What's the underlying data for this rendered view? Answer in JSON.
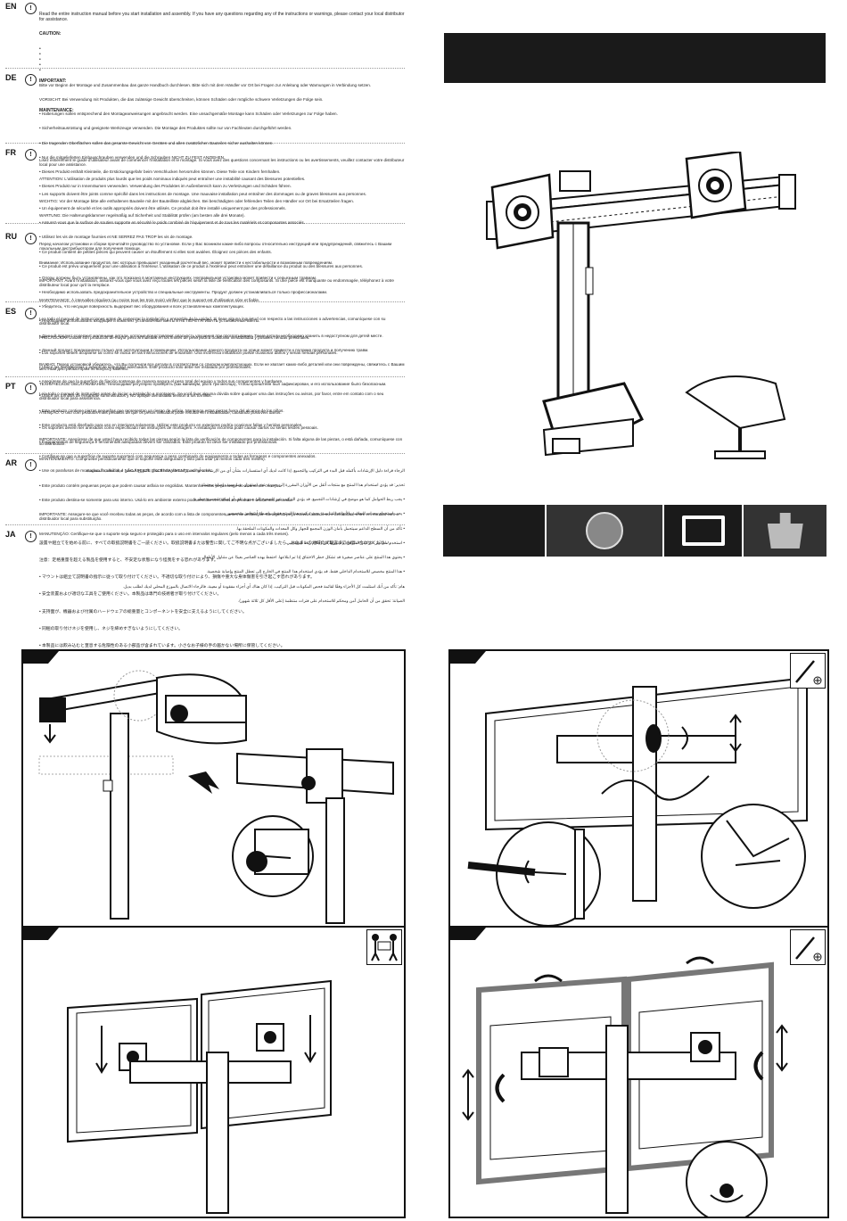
{
  "languages": [
    {
      "code": "EN",
      "lines": [
        "Read the entire instruction manual before you start installation and assembly. If you have any questions regarding any of the instructions or warnings, please contact your local distributor for assistance."
      ],
      "labels": [
        "CAUTION:",
        "IMPORTANT:",
        "MAINTENANCE:"
      ]
    },
    {
      "code": "DE",
      "lines": [
        "Bitte vor Beginn der Montage und Zusammenbau das ganze Handbuch durchlesen. Bitte sich mit dem Händler vor Ort bei Fragen zur Anleitung oder Warnungen in Verbindung setzen.",
        "VORSICHT: Bei Verwendung mit Produkten, die das zulässige Gewicht überschreiten, können Schäden oder mögliche schwere Verletzungen die Folge sein.",
        "• Halterungen sollen entsprechend den Montageanweisungen angebracht werden. Eine unsachgemäße Montage kann Schäden oder Verletzungen zur Folge haben.",
        "• Sicherheitsausrüstung und geeignete Werkzeuge verwenden. Die Montage des Produktes sollte nur von Fachleuten durchgeführt werden.",
        "• Die tragenden Oberflächen sollen das gesamte Gewicht von Geräten und allen zusätzlichen Bauteilen sicher aushalten können.",
        "• Nur die mitgelieferten Einbauschrauben verwenden und die Schrauben NICHT ZU FEST ANZIEHEN.",
        "• Dieses Produkt enthält Kleinteile, die Erstickungsgefahr beim Verschlucken hervorrufen können. Diese Teile von Kindern fernhalten.",
        "• Dieses Produkt nur in Innenräumen verwenden. Verwendung des Produktes im Außenbereich kann zu Verletzungen und Schäden führen.",
        "WICHTIG: Vor der Montage bitte alle enthaltenen Bauteile mit der Bauteilliste abgleichen. Bei beschädigten oder fehlenden Teilen den Händler vor Ort bei Ersatzteilen fragen.",
        "WARTUNG: Die Halterungsklammer regelmäßig auf Sicherheit und Stabilität prüfen (am besten alle drei Monate)."
      ]
    },
    {
      "code": "FR",
      "lines": [
        "Lisez entièrement le guide d'utilisateur avant de commencer l'installation et le montage. Si vous avez des questions concernant les instructions ou les avertissements, veuillez contacter votre distributeur local pour une assistance.",
        "ATTENTION: L'utilisation de produits plus lourds que les poids nominaux indiqués peut entraîner une instabilité causant des blessures potentielles.",
        "• Les supports doivent être joints comme spécifié dans les instructions de montage. Une mauvaise installation peut entraîner des dommages ou de graves blessures aux personnes.",
        "• Un équipement de sécurité et les outils appropriés doivent être utilisés. Ce produit doit être installé uniquement par des professionnels.",
        "• Assurez-vous que la surface de soutien supporte en sécurité le poids combiné de l'équipement et de tous les matériels et composantes associés.",
        "• Utilisez les vis de montage fournies et NE SERREZ PAS TROP les vis de montage.",
        "• Ce produit contient de petites pièces qui peuvent causer un étouffement si elles sont avalées. Éloignez ces pièces des enfants.",
        "• Ce produit est prévu uniquement pour une utilisation à l'intérieur. L'utilisation de ce produit à l'extérieur peut entraîner une défaillance du produit ou des blessures aux personnes.",
        "IMPORTANT: Avant l'installation, assurez-vous que vous avez reçu toutes les pièces selon la liste de vérification des composants. Si une pièce est manquante ou endommagée, téléphonez à votre distributeur local pour qu'il la remplace.",
        "MAINTENANCE: À intervalles réguliers (au moins tous les trois mois) vérifiez que le support est d'utilisation sûre et fiable."
      ]
    },
    {
      "code": "RU",
      "lines": [
        "Перед началом установки и сборки прочитайте руководство по установке. Если у Вас возникли какие-либо вопросы относительно инструкций или предупреждений, свяжитесь с Вашим локальным дистрибьютором для получения помощи.",
        "Внимание: Использование продуктов, вес которых превышает указанный расчетный вес, может привести к нестабильности и возможным повреждениям.",
        "• Опоры должны быть установлены, как это показано в монтажных инструкциях. Неправильная установка может привести к серьезным травмам.",
        "• Необходимо использовать предохранительное устройство и специальные инструменты. Продукт должен устанавливаться только профессионалами.",
        "• Убедитесь, что несущая поверхность выдержит вес оборудования и всех установленных комплектующих.",
        "• Необходимо использовать входящие в комплект установочные винты и НЕ ПЕРЕТЯГИВАТЬ установочные винты.",
        "• Данный продукт содержит маленькие детали, которые представляют опасность удушения при проглатывании. Такие детали необходимо хранить в недоступном для детей месте.",
        "• Данный продукт предназначен только для эксплуатации в помещении. Использование данного продукта на улице может привести к поломке продукта и получению травм.",
        "ВАЖНО: Перед установкой убедитесь, что Вы получили все детали в соответствии со списком комплектующих. Если не хватает каких-либо деталей или они повреждены, свяжитесь с Вашим местным дистрибьютором по вопросу замены.",
        "ТЕХНИЧЕСКОЕ ОБСЛУЖИВАНИЕ: Необходимо регулярно проверять (как минимум, раз в три месяца), чтобы кронштейн был зафиксирован, и его использование было безопасным."
      ]
    },
    {
      "code": "ES",
      "lines": [
        "Lea todo el manual de instrucciones antes de comenzar la instalación y ensamble de la unidad. Si tiene alguna inquietud con respecto a las instrucciones o advertencias, comuníquese con su distribuidor local.",
        "PRECAUCIÓN: Utilizar con productos de mayor peso al indicado en los límites de peso podría ocasionar inestabilidad y posibles heridas personales.",
        "• Los soportes deben acoplarse tal como se indica en las instrucciones de ensamble. Una incorrecta instalación puede ocasionar daños y serias heridas personales.",
        "• Utilice las herramientas y equipo de seguridad adecuados. Este producto sólo debe ser instalado por profesionales.",
        "• Asegúrese de que la superficie de fijación sostenga de manera segura el peso total del equipo y todos sus componentes y hardware.",
        "• Utilice los tornillos de ensamble suministrados y NO aplique demasiada tensión a los tornillos.",
        "• Este producto contiene piezas pequeñas que representan un riesgo de asfixia. Mantenga estas piezas fuera del alcance de los niños.",
        "• Este producto está diseñado para uso en interiores solamente. Utilizar este producto en exteriores podría ocasionar fallas y heridas personales.",
        "IMPORTANTE: Asegúrese de que usted haya recibido todas las piezas según la lista de verificación de componentes para la instalación. Si falta alguna de las piezas, o está dañada, comuníquese con su distribuidor.",
        "MANTENIMIENTO: Compruebe periódicamente que el soporte está asegurado y listo para usar (al menos cada tres meses)."
      ]
    },
    {
      "code": "PT",
      "lines": [
        "Leia todo o manual de instruções antes de iniciar a instalação e montagem. Se você tiver alguma dúvida sobre qualquer uma das instruções ou avisos, por favor, entre em contato com o seu distribuidor local para assistência.",
        "ATENÇÃO: O uso com produtos mais pesados do que os pesos indicados pode resultar em instabilidade, causando possíveis danos.",
        "• Os suportes devem ser anexados como especificado nas instruções de montagem. A instalação incorreta pode causar danos ou sérias lesões pessoais.",
        "• Equipamentos de segurança e ferramentas adequadas devem ser utilizados. Este produto só deve ser instalado por profissionais.",
        "• Certifique-se que a superfície de suporte suportará com segurança o peso combinado do equipamento e todas as ferragens e componentes anexados.",
        "• Use os parafusos de montagem fornecidos e NÃO APERTE EXCESSIVAMENTE os mesmos.",
        "• Este produto contém pequenas peças que podem causar asfixia se engolidas. Mantenha estas peças longe do alcance de crianças.",
        "• Este produto destina-se somente para uso interno. Usá-lo em ambiente externo pode resultar em falhas no produto e ferimentos pessoais.",
        "IMPORTANTE: Assegure-se que você recebeu todas as peças, de acordo com a lista de componentes, antes de instalação. Se alguma peça estiver faltando ou é defeituosa, entre em contato com o distribuidor local para substituição.",
        "MANUTENÇÃO: Certifique-se que o suporte seja seguro e protegido para o uso em intervalos regulares (pelo menos a cada três meses)."
      ]
    },
    {
      "code": "AR",
      "lines": [
        "الرجاء قراءة دليل الإرشادات بأكمله قبل البدء في التركيب والتجميع. إذا كانت لديك أي استفسارات بشأن أي من الإرشادات أو التحذيرات، فالرجاء الاتصال بالموزع المحلي لديك لطلب المساعدة.",
        "تحذير: قد يؤدي استخدام هذا المنتج مع منتجات أثقل من الأوزان المقررة إلى حدوث عدم استقرار، مما يسبب إصابة محتملة.",
        "• يجب ربط الحوامل كما هو موضح في إرشادات التجميع. قد يؤدي التركيب غير الصحيح إلى حدوث تلف أو إصابة شخصية خطيرة.",
        "• يجب استخدام معدات السلامة والأدوات المناسبة. يجب تركيب هذا المنتج فقط بواسطة أشخاص متخصصين.",
        "• تأكد من أن السطح الداعم سيتحمل بأمان الوزن المجمع للجهاز وكل المعدات والمكونات الملحقة بها.",
        "• استخدم مسامير التركيب المتوفرة ولا تفرط في إحكام ربط المسامير.",
        "• يحتوي هذا المنتج على عناصر صغيرة قد تشكل خطر الاختناق إذا تم ابتلاعها. احتفظ بهذه العناصر بعيدًا عن متناول الأطفال.",
        "• هذا المنتج مخصص للاستخدام الداخلي فقط. قد يؤدي استخدام هذا المنتج في الخارج إلى تعطل المنتج وإصابة شخصية.",
        "هام: تأكد من أنك استلمت كل الأجزاء وفقًا لقائمة فحص المكونات قبل التركيب. إذا كان هناك أي أجزاء مفقودة أو معيبة، فالرجاء الاتصال بالموزع المحلي لديك لطلب بديل.",
        "الصيانة: تحقق من أن الحامل آمن ومحكم للاستخدام على فترات منتظمة (على الأقل كل ثلاثة شهور)."
      ]
    },
    {
      "code": "JA",
      "lines": [
        "設置や組立てを始める前に、すべての取扱説明書をご一読ください。取扱説明書または警告に関してご不明な点がございましたら、お住まいの地域の代理店までお問い合わせください。",
        "注意：定格重量を超える製品を使用すると、不安定な状態になり怪我をする恐れがあります。",
        "• マウントは組立て説明書の指示に従って取り付けてください。不適切な取り付けにより、損傷や重大な身体傷害を引き起こす恐れがあります。",
        "• 安全装置および適切な工具をご使用ください。本製品は専門の技術者が取り付けてください。",
        "• 支持面が、機器および付属のハードウェアの総重量とコンポーネントを安全に支えるようにしてください。",
        "• 同梱の取り付けネジを使用し、ネジを締めすぎないようにしてください。",
        "• 本製品には飲み込むと窒息する危険性のある小部品が含まれています。小さなお子様の手の届かない場所に保管してください。",
        "• 本製品は屋内専用の製品です。本製品を屋外で使用すると、製品の不具合や身体傷害を引き起こす恐れがあります。",
        "重要：設置前に必ず、構成要素のチェックリストに従ってすべての部品がそろっていることを確認してください。部品が欠けている場合や不良がある場合は、交換のため、お住まいの地域の代理店までご連絡ください。",
        "保守整備：ブラケットは安全に固定されているか、定期的に（少なくとも３ヶ月毎に）チェックしてください。"
      ]
    }
  ]
}
